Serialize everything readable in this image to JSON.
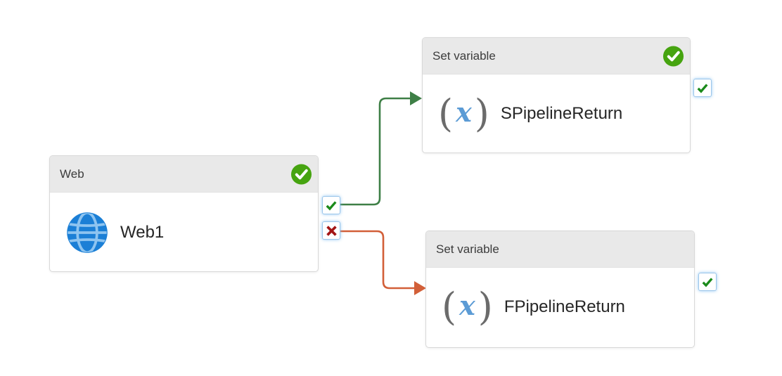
{
  "canvas": {
    "kind": "pipeline-designer-canvas",
    "background": "#ffffff"
  },
  "nodes": [
    {
      "type_label": "Web",
      "name": "Web1",
      "icon": "globe-icon",
      "status_badge": "succeeded",
      "ports": [
        "success",
        "failure"
      ]
    },
    {
      "type_label": "Set variable",
      "name": "SPipelineReturn",
      "icon": "variable-x-icon",
      "icon_text": {
        "open": "(",
        "x": "x",
        "close": ")"
      },
      "status_badge": "succeeded",
      "ports": [
        "success"
      ]
    },
    {
      "type_label": "Set variable",
      "name": "FPipelineReturn",
      "icon": "variable-x-icon",
      "icon_text": {
        "open": "(",
        "x": "x",
        "close": ")"
      },
      "status_badge": null,
      "ports": [
        "success"
      ]
    }
  ],
  "edges": [
    {
      "from": "Web1",
      "to": "SPipelineReturn",
      "condition": "success",
      "color": "#3e7f46"
    },
    {
      "from": "Web1",
      "to": "FPipelineReturn",
      "condition": "failure",
      "color": "#d25f38"
    }
  ],
  "colors": {
    "node_border": "#d8d8d8",
    "header_bg": "#e9e9e9",
    "header_text": "#3c3c3c",
    "name_text": "#262626",
    "badge_green": "#46a410",
    "port_border": "#9cc6ea",
    "check_green": "#1a8a1a",
    "cross_red": "#a31515",
    "globe_blue": "#1b7fd6",
    "globe_lines": "#8ec4f0",
    "variable_x_blue": "#5b9bd5",
    "variable_paren_gray": "#6b6b6b",
    "success_edge": "#3e7f46",
    "failure_edge": "#d25f38"
  }
}
